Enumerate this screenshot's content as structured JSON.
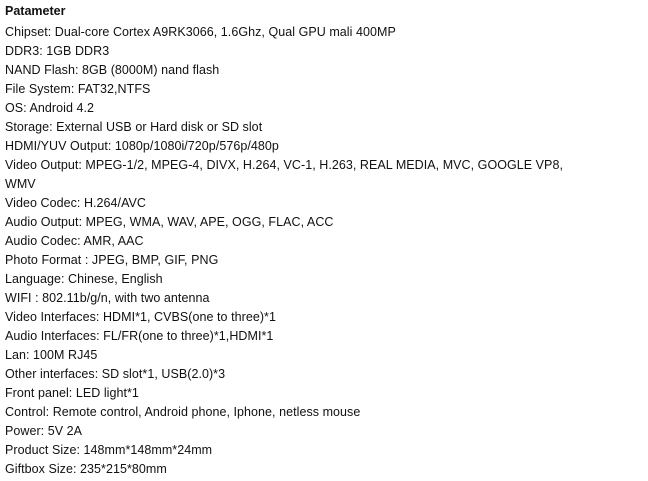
{
  "title": "Patameter",
  "lines": [
    "Chipset: Dual-core Cortex A9RK3066, 1.6Ghz, Qual GPU mali 400MP",
    "DDR3: 1GB  DDR3",
    "NAND Flash: 8GB (8000M) nand flash",
    "File System: FAT32,NTFS",
    "OS: Android 4.2",
    "Storage: External USB or Hard disk or SD slot",
    "HDMI/YUV Output: 1080p/1080i/720p/576p/480p",
    "Video Output: MPEG-1/2, MPEG-4, DIVX, H.264, VC-1, H.263, REAL MEDIA, MVC, GOOGLE VP8,",
    "WMV",
    "Video Codec: H.264/AVC",
    "Audio Output: MPEG, WMA, WAV, APE, OGG, FLAC, ACC",
    "Audio Codec: AMR, AAC",
    "Photo Format : JPEG, BMP, GIF, PNG",
    "Language: Chinese, English",
    "WIFI : 802.11b/g/n, with two antenna",
    "Video Interfaces: HDMI*1, CVBS(one to three)*1",
    "Audio Interfaces: FL/FR(one to three)*1,HDMI*1",
    "Lan: 100M RJ45",
    "Other interfaces: SD slot*1, USB(2.0)*3",
    "Front panel: LED light*1",
    "Control: Remote control, Android phone, Iphone, netless mouse",
    "Power: 5V 2A",
    "Product Size: 148mm*148mm*24mm",
    "Giftbox Size: 235*215*80mm"
  ]
}
